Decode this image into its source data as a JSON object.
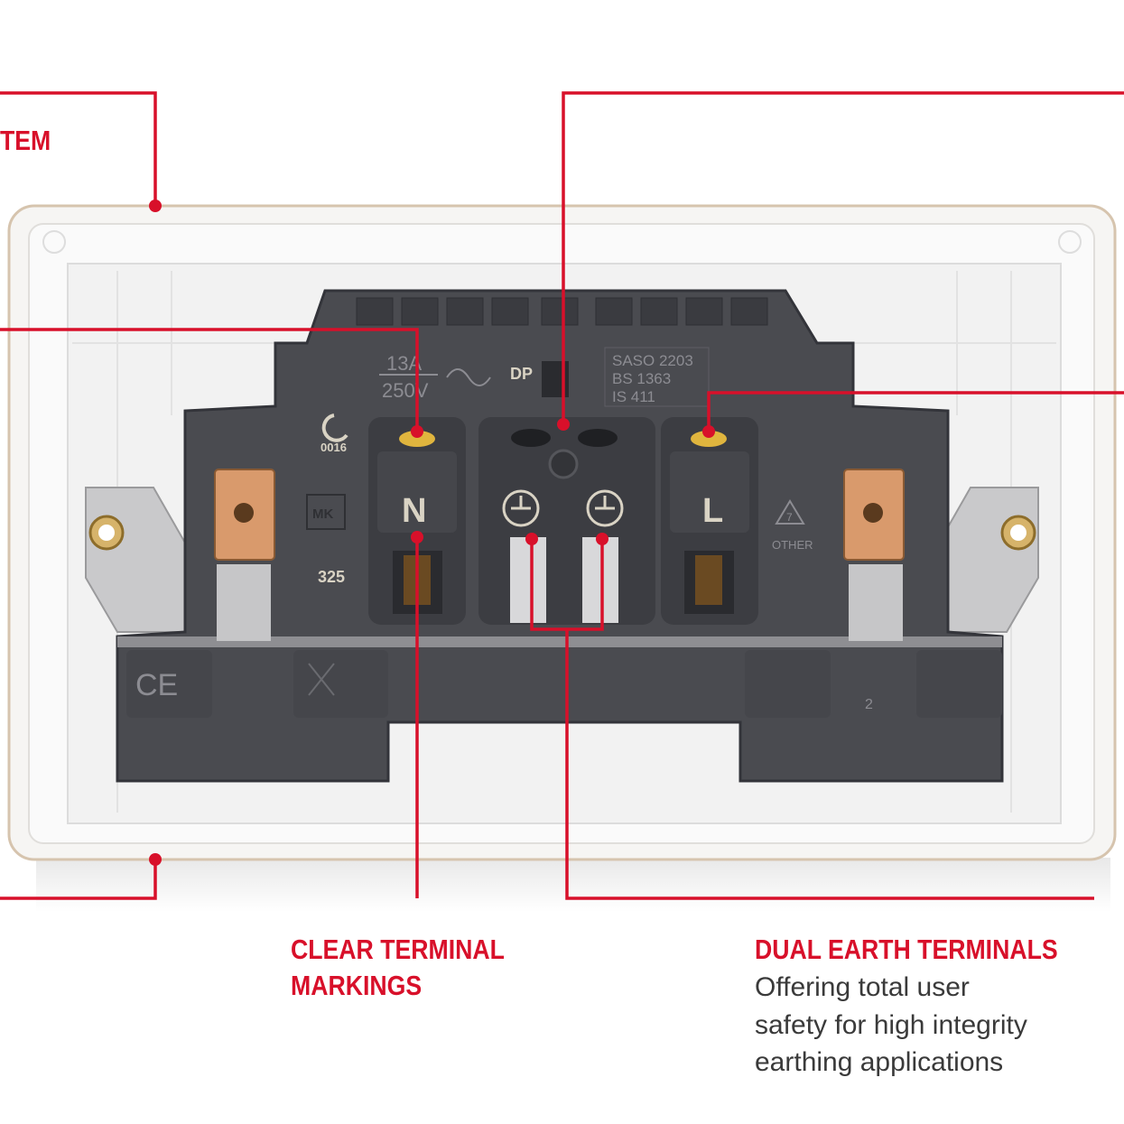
{
  "colors": {
    "accent": "#d8102a",
    "body": "#4a4b50",
    "plate": "#f4f3f1",
    "brass": "#d9a65a",
    "copper": "#d99a6c"
  },
  "callouts": {
    "top_left_partial": "TEM",
    "terminal_markings": {
      "line1": "CLEAR TERMINAL",
      "line2": "MARKINGS"
    },
    "dual_earth": {
      "title": "DUAL EARTH TERMINALS",
      "lines": [
        "Offering total user",
        "safety for high integrity",
        "earthing applications"
      ]
    }
  },
  "product_markings": {
    "rating_amps": "13A",
    "rating_volts": "250V",
    "dp": "DP",
    "standards": [
      "SASO 2203",
      "BS 1363",
      "IS 411"
    ],
    "cert_code": "0016",
    "brand": "MK",
    "model_no": "325",
    "neutral": "N",
    "live": "L",
    "recycle_number": "7",
    "recycle_label": "OTHER",
    "ce": "CE",
    "side_number": "2"
  }
}
